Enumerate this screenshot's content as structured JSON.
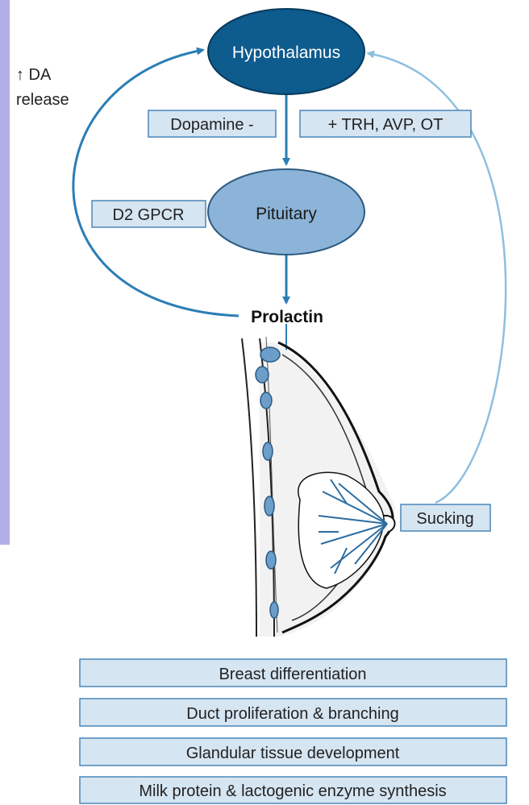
{
  "nodes": {
    "hypothalamus": "Hypothalamus",
    "pituitary": "Pituitary",
    "prolactin": "Prolactin"
  },
  "labels": {
    "da_release_line1": "↑ DA",
    "da_release_line2": "release",
    "dopamine": "Dopamine -",
    "trh": "+ TRH, AVP, OT",
    "d2": "D2 GPCR",
    "sucking": "Sucking"
  },
  "effects": [
    "Breast differentiation",
    "Duct proliferation & branching",
    "Glandular tissue development",
    "Milk protein & lactogenic enzyme synthesis"
  ],
  "colors": {
    "sidebar": "#b2aeea",
    "hypothalamus_fill": "#0e5b8e",
    "pituitary_fill": "#8cb4d8",
    "label_box_fill": "#d6e5f2",
    "label_box_stroke": "#4a86b8",
    "arrow_dark": "#2b7db5",
    "arrow_light": "#8ebfe0",
    "lobule_fill": "#6c9ec9"
  }
}
